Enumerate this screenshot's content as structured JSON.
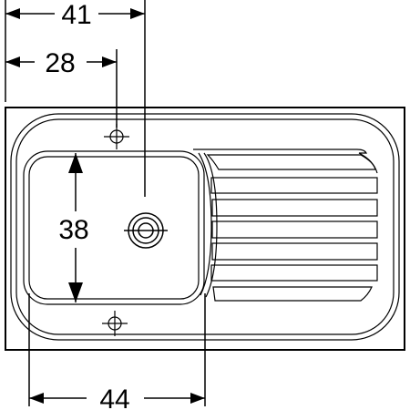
{
  "dimensions": {
    "top_width": "41",
    "tap_offset": "28",
    "bowl_height": "38",
    "bottom_width": "44"
  },
  "colors": {
    "line": "#000000",
    "background": "#ffffff"
  },
  "icons": {
    "tap_hole_top": "crosshair-icon",
    "tap_hole_bottom": "crosshair-icon",
    "drain": "drain-icon"
  }
}
